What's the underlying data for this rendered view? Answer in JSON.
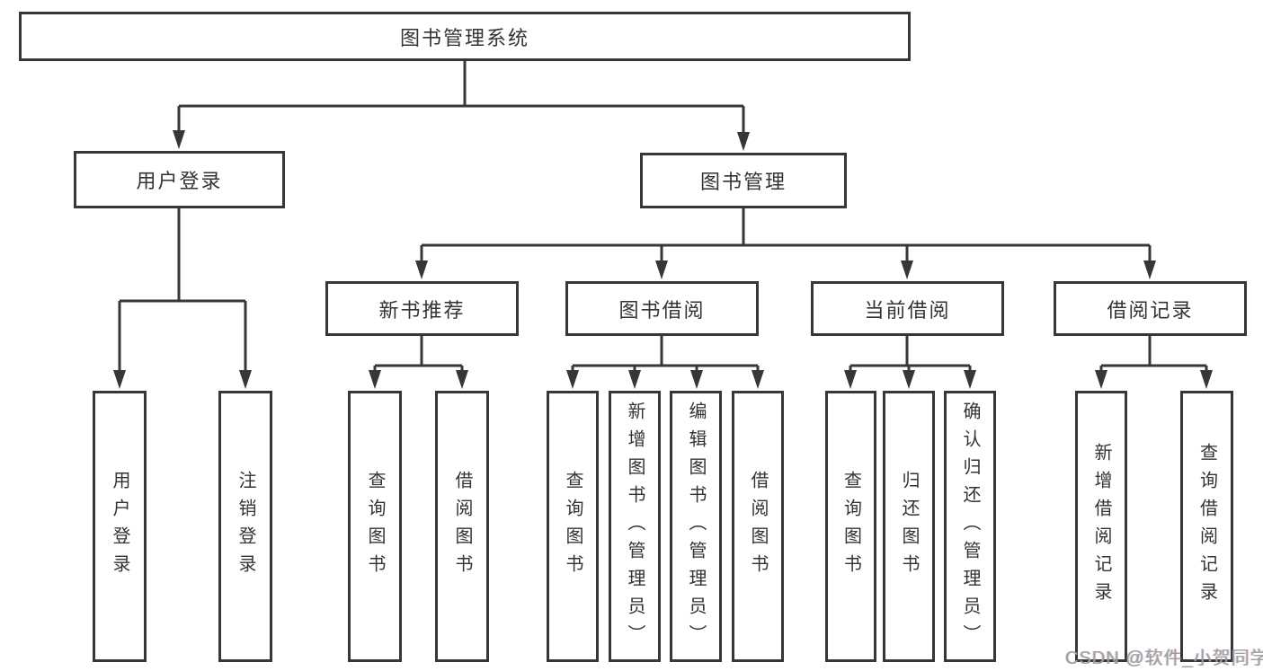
{
  "diagram": {
    "type": "hierarchy-tree",
    "root": {
      "label": "图书管理系统"
    },
    "branches": [
      {
        "label": "用户登录",
        "children": [
          {
            "label": "用户登录"
          },
          {
            "label": "注销登录"
          }
        ]
      },
      {
        "label": "图书管理",
        "children": [
          {
            "label": "新书推荐",
            "children": [
              {
                "label": "查询图书"
              },
              {
                "label": "借阅图书"
              }
            ]
          },
          {
            "label": "图书借阅",
            "children": [
              {
                "label": "查询图书"
              },
              {
                "label": "新增图书（管理员）"
              },
              {
                "label": "编辑图书（管理员）"
              },
              {
                "label": "借阅图书"
              }
            ]
          },
          {
            "label": "当前借阅",
            "children": [
              {
                "label": "查询图书"
              },
              {
                "label": "归还图书"
              },
              {
                "label": "确认归还（管理员）"
              }
            ]
          },
          {
            "label": "借阅记录",
            "children": [
              {
                "label": "新增借阅记录"
              },
              {
                "label": "查询借阅记录"
              }
            ]
          }
        ]
      }
    ],
    "colors": {
      "line": "#373737",
      "text": "#333333",
      "box_background": "#ffffff"
    }
  },
  "watermark": {
    "text": "CSDN @软件_小贺同学",
    "color": "#9e9e9e"
  }
}
